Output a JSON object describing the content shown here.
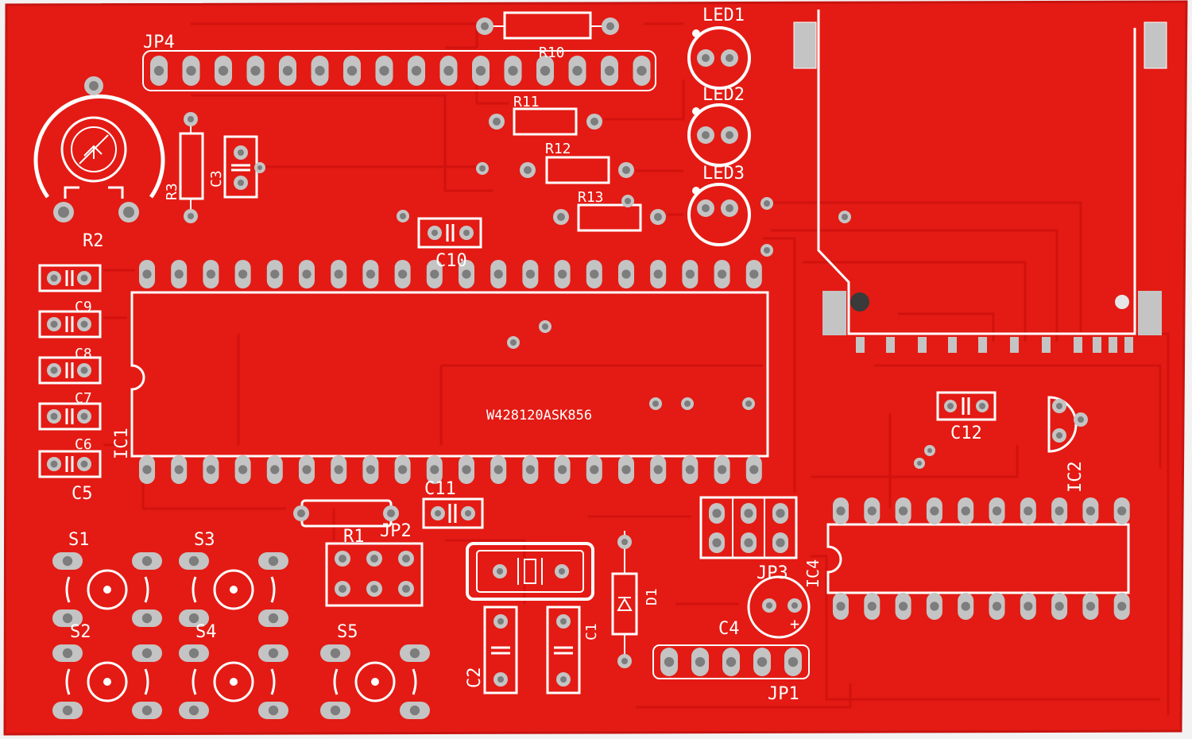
{
  "colors": {
    "background": "#f2f2f2",
    "board": "#e31b14",
    "board_edge": "#c81410",
    "trace": "#d2120e",
    "silkscreen": "#ffffff",
    "pad": "#c4c4c4",
    "pad_hole": "#7d7d7d",
    "hole": "#3a3a3a"
  },
  "board": {
    "chip_marking": "W428120ASK856",
    "labels": {
      "jp4": "JP4",
      "r10": "R10",
      "r11": "R11",
      "r12": "R12",
      "r13": "R13",
      "led1": "LED1",
      "led2": "LED2",
      "led3": "LED3",
      "r2": "R2",
      "r3": "R3",
      "c3": "C3",
      "c10": "C10",
      "c9": "C9",
      "c8": "C8",
      "c7": "C7",
      "c6": "C6",
      "c5": "C5",
      "ic1": "IC1",
      "c11": "C11",
      "r1": "R1",
      "jp2": "JP2",
      "s1": "S1",
      "s2": "S2",
      "s3": "S3",
      "s4": "S4",
      "s5": "S5",
      "c2": "C2",
      "c1": "C1",
      "d1": "D1",
      "c4": "C4",
      "jp1": "JP1",
      "jp3": "JP3",
      "ic4": "IC4",
      "c12": "C12",
      "ic2": "IC2",
      "plus": "+"
    }
  }
}
